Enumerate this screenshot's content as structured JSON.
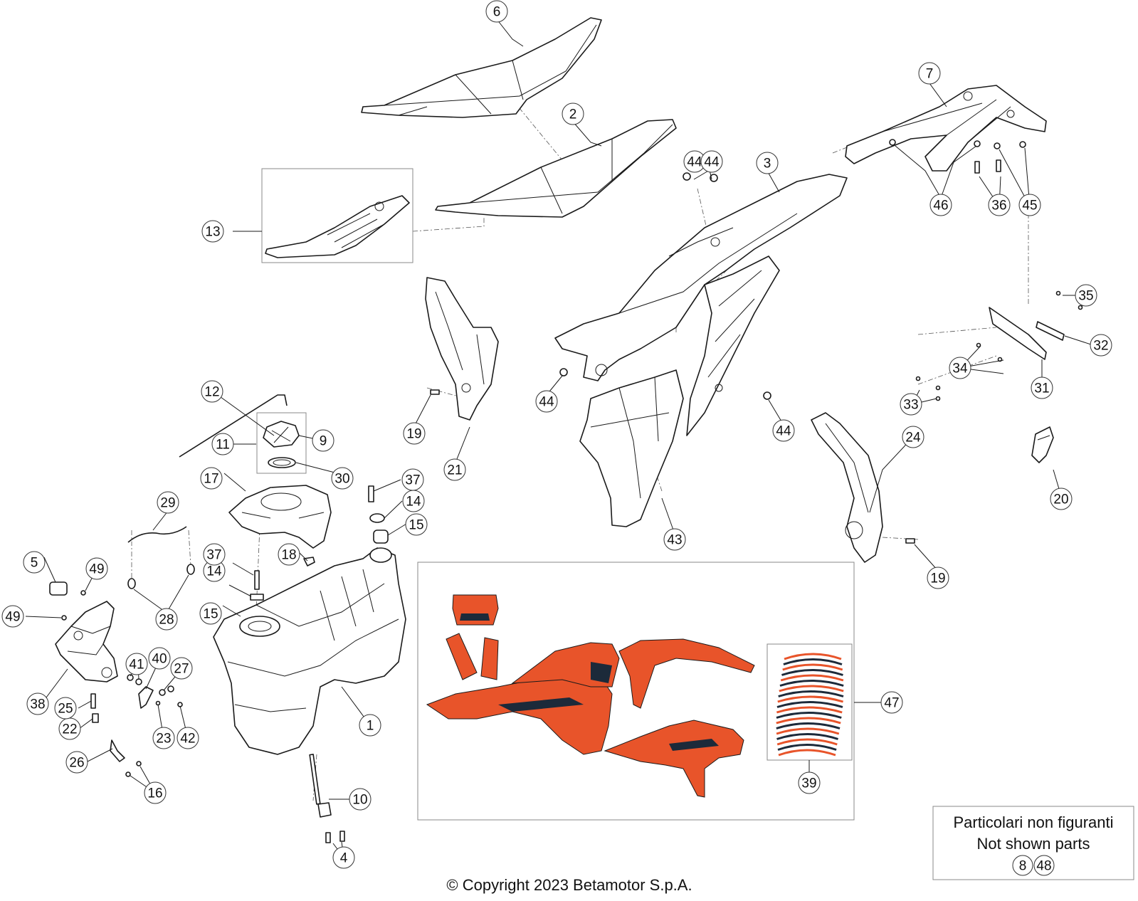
{
  "diagram": {
    "parts": [
      "1",
      "2",
      "3",
      "4",
      "5",
      "6",
      "7",
      "9",
      "10",
      "11",
      "12",
      "13",
      "14",
      "14",
      "15",
      "15",
      "16",
      "17",
      "18",
      "19",
      "19",
      "20",
      "21",
      "22",
      "23",
      "24",
      "25",
      "26",
      "27",
      "28",
      "29",
      "30",
      "31",
      "32",
      "33",
      "34",
      "35",
      "36",
      "37",
      "37",
      "38",
      "39",
      "40",
      "41",
      "42",
      "43",
      "44",
      "44",
      "44",
      "44",
      "45",
      "46",
      "47",
      "49",
      "49"
    ],
    "note": {
      "line1": "Particolari non figuranti",
      "line2": "Not shown parts",
      "parts": [
        "8",
        "48"
      ]
    },
    "copyright": "© Copyright 2023 Betamotor S.p.A."
  }
}
